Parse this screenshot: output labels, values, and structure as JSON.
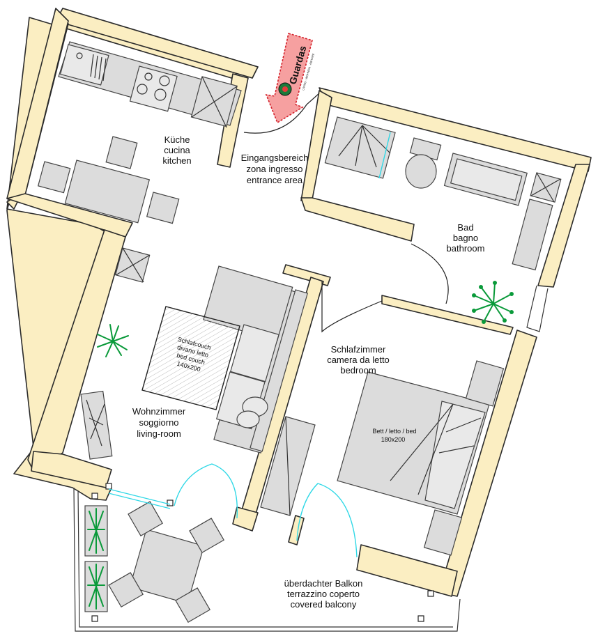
{
  "logo": {
    "text": "Guardas",
    "tagline": "LIVING · WOHNEN · ABITARE"
  },
  "rooms": {
    "kitchen": [
      "Küche",
      "cucina",
      "kitchen"
    ],
    "entrance": [
      "Eingangsbereich",
      "zona ingresso",
      "entrance area"
    ],
    "bathroom": [
      "Bad",
      "bagno",
      "bathroom"
    ],
    "bedroom": [
      "Schlafzimmer",
      "camera da letto",
      "bedroom"
    ],
    "living": [
      "Wohnzimmer",
      "soggiorno",
      "living-room"
    ],
    "balcony": [
      "überdachter Balkon",
      "terrazzino coperto",
      "covered balcony"
    ]
  },
  "furniture": {
    "sofa_bed": [
      "Schlafcouch",
      "divano letto",
      "bed couch",
      "140x200"
    ],
    "bed": [
      "Bett / letto / bed",
      "180x200"
    ]
  },
  "colors": {
    "wall": "#fbeec2",
    "furniture": "#dcdcdc",
    "glass": "#2fd8e6",
    "plant": "#0a9a3a",
    "arrow": "#f6a0a0"
  }
}
